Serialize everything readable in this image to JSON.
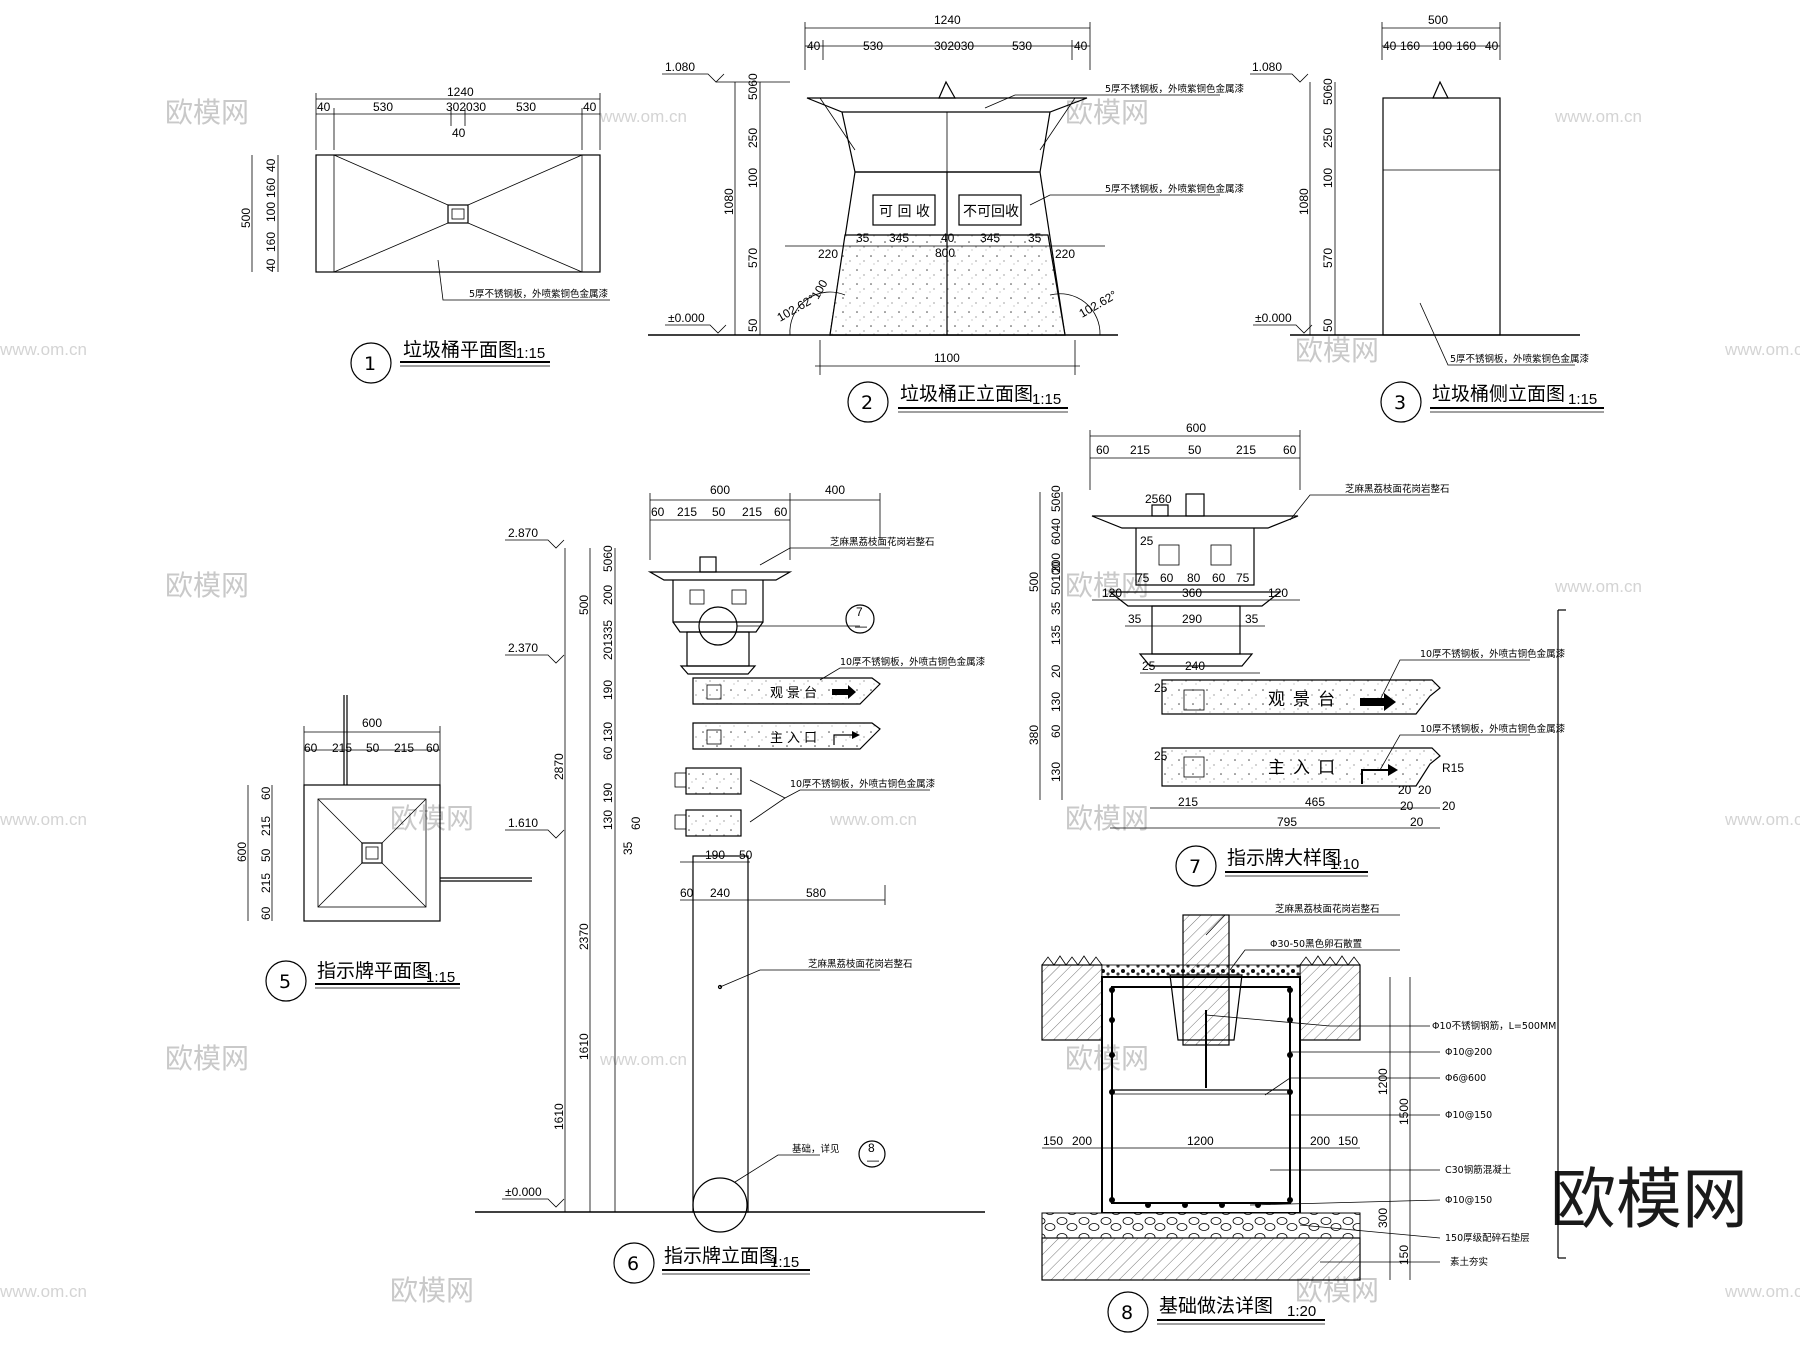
{
  "watermark": {
    "brand": "欧模网",
    "url": "www.om.cn",
    "logo_text": "欧模网"
  },
  "views": [
    {
      "num": "1",
      "title": "垃圾桶平面图",
      "scale": "1:15"
    },
    {
      "num": "2",
      "title": "垃圾桶正立面图",
      "scale": "1:15"
    },
    {
      "num": "3",
      "title": "垃圾桶侧立面图",
      "scale": "1:15"
    },
    {
      "num": "5",
      "title": "指示牌平面图",
      "scale": "1:15"
    },
    {
      "num": "6",
      "title": "指示牌立面图",
      "scale": "1:15"
    },
    {
      "num": "7",
      "title": "指示牌大样图",
      "scale": "1:10"
    },
    {
      "num": "8",
      "title": "基础做法详图",
      "scale": "1:20"
    }
  ],
  "notes": {
    "bin_steel": "5厚不锈钢板，外喷紫铜色金属漆",
    "sign_steel": "10厚不锈钢板，外喷古铜色金属漆",
    "granite": "芝麻黑荔枝面花岗岩整石",
    "gravel": "Φ30-50黑色卵石散置",
    "rebar_anchor": "Φ10不锈钢钢筋，L=500MM",
    "r1": "Φ10@200",
    "r2": "Φ6@600",
    "r3": "Φ10@150",
    "concrete": "C30钢筋混凝土",
    "r4": "Φ10@150",
    "gravel_bed": "150厚级配碎石垫层",
    "soil": "素土夯实",
    "foundation_ref": "基础，详见",
    "radius": "R15"
  },
  "labels": {
    "recyclable": "可 回 收",
    "nonrecyclable": "不可回收",
    "viewpoint": "观景台",
    "entrance": "主入口",
    "ref7": "7",
    "ref8": "8",
    "ref_dash": "—"
  },
  "elevations": {
    "e1080": "1.080",
    "e0": "±0.000",
    "e2870": "2.870",
    "e2370": "2.370",
    "e1610": "1.610"
  },
  "dims": {
    "d1240": "1240",
    "d530": "530",
    "d40": "40",
    "d30": "30",
    "d500": "500",
    "d160": "160",
    "d100": "100",
    "d1080": "1080",
    "d250": "250",
    "d570": "570",
    "d50": "50",
    "d60": "60",
    "d345": "345",
    "d800": "800",
    "d220": "220",
    "d1100": "1100",
    "d102": "102.62°",
    "d600": "600",
    "d215": "215",
    "d400": "400",
    "d200": "200",
    "d135": "135",
    "d35": "35",
    "d20": "20",
    "d190": "190",
    "d130": "130",
    "d25": "25",
    "d2870": "2870",
    "d2370": "2370",
    "d1610": "1610",
    "d240": "240",
    "d580": "580",
    "d75": "75",
    "d80": "80",
    "d360": "360",
    "d120": "120",
    "d290": "290",
    "d380": "380",
    "d465": "465",
    "d795": "795",
    "d1200": "1200",
    "d1500": "1500",
    "d150": "150",
    "d300": "300",
    "d2560": "2560",
    "d6040": "6040",
    "d50100": "50100",
    "d5060": "5060",
    "d201335": "201335",
    "d302030": "302030"
  }
}
